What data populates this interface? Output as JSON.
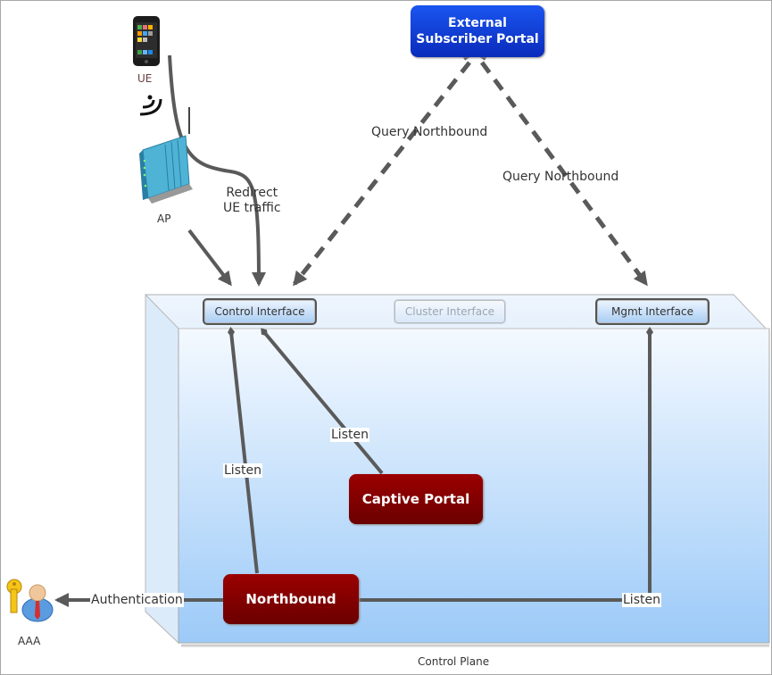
{
  "nodes": {
    "ue": {
      "label": "UE",
      "icon": "smartphone-icon"
    },
    "ap": {
      "label": "AP",
      "icon": "wireless-router-icon"
    },
    "aaa": {
      "label": "AAA",
      "icon": "key-user-icon"
    },
    "external_portal": {
      "label_line1": "External",
      "label_line2": "Subscriber Portal"
    },
    "control_interface": {
      "label": "Control Interface"
    },
    "cluster_interface": {
      "label": "Cluster Interface"
    },
    "mgmt_interface": {
      "label": "Mgmt Interface"
    },
    "captive_portal": {
      "label": "Captive Portal"
    },
    "northbound": {
      "label": "Northbound"
    },
    "control_plane": {
      "label": "Control Plane"
    }
  },
  "edges": {
    "redirect": {
      "label_line1": "Redirect",
      "label_line2": "UE traffic"
    },
    "query_left": {
      "label": "Query Northbound"
    },
    "query_right": {
      "label": "Query Northbound"
    },
    "listen_captive": {
      "label": "Listen"
    },
    "listen_north": {
      "label": "Listen"
    },
    "listen_mgmt": {
      "label": "Listen"
    },
    "authentication": {
      "label": "Authentication"
    }
  },
  "colors": {
    "portal_blue": "#1446e0",
    "component_red": "#8a0000",
    "plane_blue": "#a9d0fb",
    "connector_gray": "#5a5a5a"
  }
}
